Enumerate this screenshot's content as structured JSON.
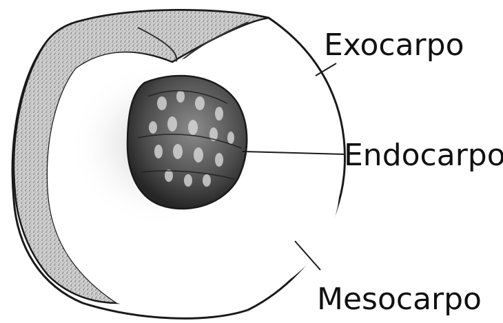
{
  "labels": {
    "exocarp": "Exocarpo",
    "endocarp": "Endocarpo",
    "mesocarp": "Mesocarpo"
  },
  "colors": {
    "ink": "#1a1a1a",
    "skin_shade": "#9a9a9a",
    "pit_dark": "#2b2b2b",
    "pit_mid": "#6f6f6f",
    "background": "#ffffff"
  }
}
